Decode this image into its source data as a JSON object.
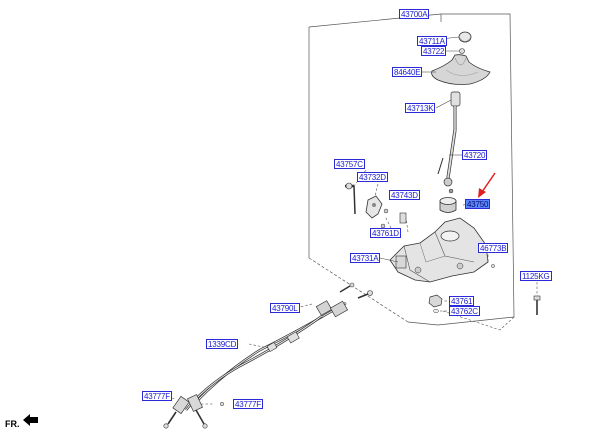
{
  "diagram": {
    "parts": [
      {
        "id": "p43700a",
        "label": "43700A"
      },
      {
        "id": "p43711a",
        "label": "43711A"
      },
      {
        "id": "p43722",
        "label": "43722"
      },
      {
        "id": "p84640e",
        "label": "84640E"
      },
      {
        "id": "p43713k",
        "label": "43713K"
      },
      {
        "id": "p43720",
        "label": "43720"
      },
      {
        "id": "p43757c",
        "label": "43757C"
      },
      {
        "id": "p43732d",
        "label": "43732D"
      },
      {
        "id": "p43743d",
        "label": "43743D"
      },
      {
        "id": "p43750",
        "label": "43750",
        "highlighted": true
      },
      {
        "id": "p43761d",
        "label": "43761D"
      },
      {
        "id": "p43731a",
        "label": "43731A"
      },
      {
        "id": "p46773b",
        "label": "46773B"
      },
      {
        "id": "p1125kg",
        "label": "1125KG"
      },
      {
        "id": "p43761",
        "label": "43761"
      },
      {
        "id": "p43762c",
        "label": "43762C"
      },
      {
        "id": "p43790l",
        "label": "43790L"
      },
      {
        "id": "p1339cd",
        "label": "1339CD"
      },
      {
        "id": "p43777f_a",
        "label": "43777F"
      },
      {
        "id": "p43777f_b",
        "label": "43777F"
      }
    ],
    "orientation_label": "FR.",
    "colors": {
      "label_text": "#1a1ad0",
      "label_border": "#2a2ad8",
      "highlight": "#5b86ff",
      "arrow": "#e02020",
      "lines": "#444444"
    }
  }
}
